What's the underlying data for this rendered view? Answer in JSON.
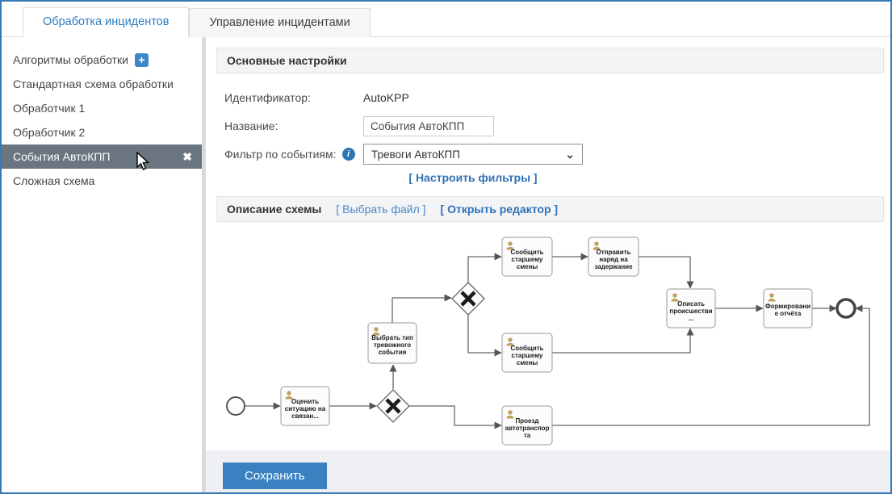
{
  "tabs": [
    {
      "label": "Обработка инцидентов",
      "active": true
    },
    {
      "label": "Управление инцидентами",
      "active": false
    }
  ],
  "sidebar": {
    "header_label": "Алгоритмы обработки",
    "add_icon": "+",
    "close_icon": "✖",
    "items": [
      {
        "label": "Стандартная схема обработки",
        "selected": false
      },
      {
        "label": "Обработчик 1",
        "selected": false
      },
      {
        "label": "Обработчик 2",
        "selected": false
      },
      {
        "label": "События АвтоКПП",
        "selected": true
      },
      {
        "label": "Сложная схема",
        "selected": false
      }
    ]
  },
  "settings": {
    "title": "Основные настройки",
    "identifier_label": "Идентификатор:",
    "identifier_value": "AutoKPP",
    "name_label": "Название:",
    "name_value": "События АвтоКПП",
    "filter_label": "Фильтр по событиям:",
    "info_icon": "i",
    "filter_value": "Тревоги АвтоКПП",
    "select_chevron": "⌄",
    "configure_filters_link": "[ Настроить фильтры ]"
  },
  "schema": {
    "title": "Описание схемы",
    "choose_file_link": "[ Выбрать файл ]",
    "open_editor_link": "[ Открыть редактор ]"
  },
  "footer": {
    "save_label": "Сохранить"
  },
  "colors": {
    "window_border": "#3679b5",
    "active_tab_text": "#2d7dbf",
    "selected_item_bg": "#6b7580",
    "accent_blue": "#3d86c8",
    "link_blue": "#2f71b8",
    "save_button_bg": "#3981c1",
    "footer_bg": "#eef0f4",
    "person_icon": "#bfa05f"
  },
  "diagram": {
    "type": "bpmn",
    "start_event": {
      "id": "start"
    },
    "end_event": {
      "id": "end"
    },
    "gateways": [
      {
        "id": "gw1",
        "type": "exclusive"
      },
      {
        "id": "gw2",
        "type": "exclusive"
      }
    ],
    "tasks": [
      {
        "id": "t1",
        "label": "Оценить ситуацию на связан...",
        "lines": [
          "Оценить",
          "ситуацию на",
          "связан..."
        ]
      },
      {
        "id": "t2",
        "label": "Выбрать тип тревожного события",
        "lines": [
          "Выбрать тип",
          "тревожного",
          "события"
        ]
      },
      {
        "id": "t3",
        "label": "Сообщить старшему смены",
        "lines": [
          "Сообщить",
          "старшему",
          "смены"
        ]
      },
      {
        "id": "t4",
        "label": "Отправить наряд на задержание",
        "lines": [
          "Отправить",
          "наряд на",
          "задержание"
        ]
      },
      {
        "id": "t5",
        "label": "Сообщить старшему смены",
        "lines": [
          "Сообщить",
          "старшему",
          "смены"
        ]
      },
      {
        "id": "t6",
        "label": "Проезд автотранспорта",
        "lines": [
          "Проезд",
          "автотранспор",
          "та"
        ]
      },
      {
        "id": "t7",
        "label": "Описать происшестви...",
        "lines": [
          "Описать",
          "происшестви",
          "..."
        ]
      },
      {
        "id": "t8",
        "label": "Формирование отчёта",
        "lines": [
          "Формировани",
          "е отчёта"
        ]
      }
    ],
    "edges": [
      {
        "from": "start",
        "to": "t1"
      },
      {
        "from": "t1",
        "to": "gw1"
      },
      {
        "from": "gw1",
        "to": "t2"
      },
      {
        "from": "gw1",
        "to": "t6"
      },
      {
        "from": "t2",
        "to": "gw2"
      },
      {
        "from": "gw2",
        "to": "t3"
      },
      {
        "from": "gw2",
        "to": "t5"
      },
      {
        "from": "t3",
        "to": "t4"
      },
      {
        "from": "t4",
        "to": "t7"
      },
      {
        "from": "t5",
        "to": "t7"
      },
      {
        "from": "t7",
        "to": "t8"
      },
      {
        "from": "t8",
        "to": "end"
      },
      {
        "from": "t6",
        "to": "end"
      }
    ]
  }
}
